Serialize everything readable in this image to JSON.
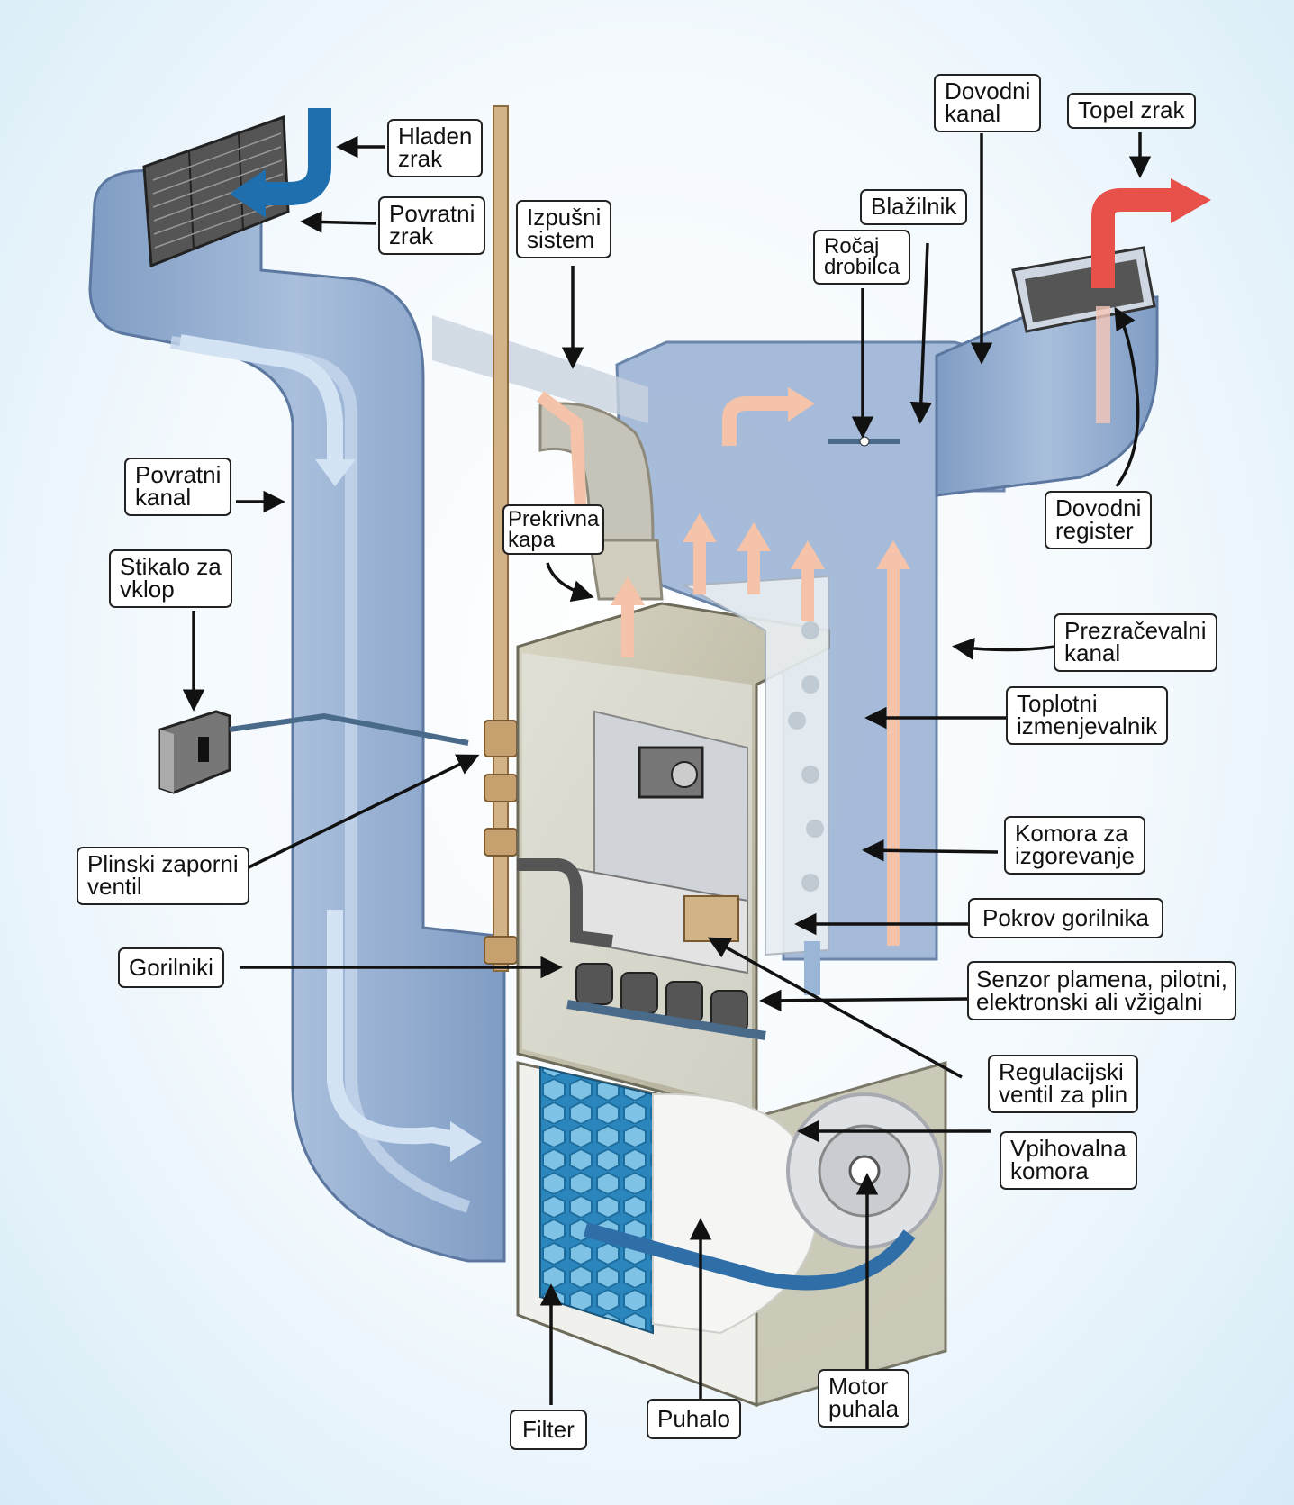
{
  "labels": {
    "hladen_zrak": "Hladen\nzrak",
    "povratni_zrak": "Povratni\nzrak",
    "izpusni_sistem": "Izpušni\nsistem",
    "dovodni_kanal": "Dovodni\nkanal",
    "topel_zrak": "Topel zrak",
    "blazilnik": "Blažilnik",
    "rocaj_drobilca": "Ročaj\ndrobilca",
    "povratni_kanal": "Povratni\nkanal",
    "dovodni_register": "Dovodni\nregister",
    "prekrivna_kapa": "Prekrivna\nkapa",
    "stikalo_za_vklop": "Stikalo za\nvklop",
    "prezracevalni_kanal": "Prezračevalni\nkanal",
    "toplotni_izmenjevalnik": "Toplotni\nizmenjevalnik",
    "plinski_zaporni_ventil": "Plinski zaporni\nventil",
    "komora_za_izgorevanje": "Komora za\nizgorevanje",
    "pokrov_gorilnika": "Pokrov gorilnika",
    "gorilniki": "Gorilniki",
    "senzor_plamena": "Senzor plamena, pilotni,\nelektronski ali vžigalni",
    "regulacijski_ventil": "Regulacijski\nventil za plin",
    "vpihovalna_komora": "Vpihovalna\nkomora",
    "filter": "Filter",
    "puhalo": "Puhalo",
    "motor_puhala": "Motor\npuhala"
  },
  "colors": {
    "duct": "#8fa9cc",
    "duct_light": "#b7cbe4",
    "cold_air": "#1f6fae",
    "warm_air": "#e8504a",
    "cabinet": "#bdb9a4",
    "filter": "#2d8cc0"
  }
}
